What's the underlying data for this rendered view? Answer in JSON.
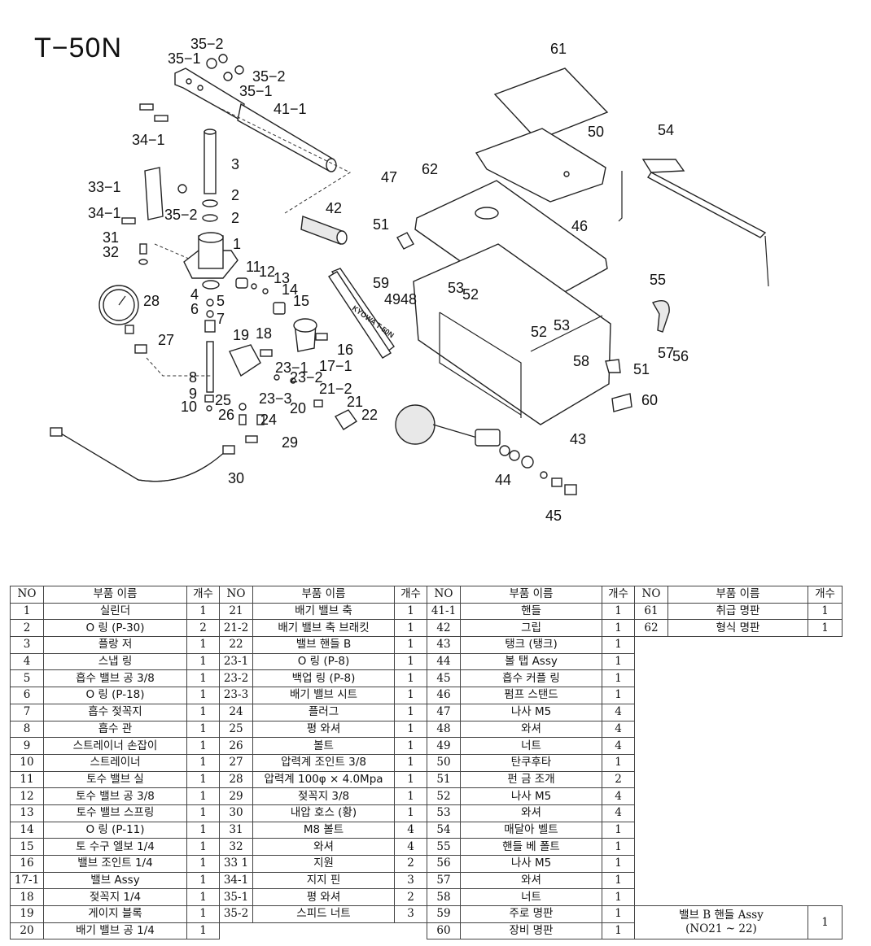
{
  "title": "T−50N",
  "callouts": [
    "61",
    "35−2",
    "35−1",
    "35−2",
    "35−1",
    "41−1",
    "34−1",
    "3",
    "50",
    "54",
    "47",
    "62",
    "33−1",
    "2",
    "2",
    "34−1",
    "35−2",
    "42",
    "51",
    "46",
    "31",
    "32",
    "1",
    "11",
    "12",
    "13",
    "59",
    "14",
    "49",
    "48",
    "15",
    "53",
    "52",
    "55",
    "4",
    "5",
    "28",
    "6",
    "7",
    "18",
    "19",
    "52",
    "53",
    "27",
    "16",
    "57",
    "56",
    "17−1",
    "58",
    "51",
    "23−1",
    "8",
    "23−2",
    "21−2",
    "60",
    "9",
    "25",
    "23−3",
    "21",
    "10",
    "20",
    "22",
    "26",
    "24",
    "29",
    "43",
    "44",
    "30",
    "45"
  ],
  "nameplate_text": "KYOWA T-50N",
  "table": {
    "headers": {
      "no": "NO",
      "name": "부품 이름",
      "qty": "개수"
    },
    "col1": [
      [
        "1",
        "실린더",
        "1"
      ],
      [
        "2",
        "O 링 (P-30)",
        "2"
      ],
      [
        "3",
        "플랑 저",
        "1"
      ],
      [
        "4",
        "스냅 링",
        "1"
      ],
      [
        "5",
        "흡수 밸브 공 3/8",
        "1"
      ],
      [
        "6",
        "O 링 (P-18)",
        "1"
      ],
      [
        "7",
        "흡수 젖꼭지",
        "1"
      ],
      [
        "8",
        "흡수 관",
        "1"
      ],
      [
        "9",
        "스트레이너 손잡이",
        "1"
      ],
      [
        "10",
        "스트레이너",
        "1"
      ],
      [
        "11",
        "토수 밸브 실",
        "1"
      ],
      [
        "12",
        "토수 밸브 공 3/8",
        "1"
      ],
      [
        "13",
        "토수 밸브 스프링",
        "1"
      ],
      [
        "14",
        "O 링 (P-11)",
        "1"
      ],
      [
        "15",
        "토 수구 엘보 1/4",
        "1"
      ],
      [
        "16",
        "밸브 조인트 1/4",
        "1"
      ],
      [
        "17-1",
        "밸브 Assy",
        "1"
      ],
      [
        "18",
        "젖꼭지 1/4",
        "1"
      ],
      [
        "19",
        "게이지 블록",
        "1"
      ],
      [
        "20",
        "배기 밸브 공 1/4",
        "1"
      ]
    ],
    "col2": [
      [
        "21",
        "배기 밸브 축",
        "1"
      ],
      [
        "21-2",
        "배기 밸브 축 브래킷",
        "1"
      ],
      [
        "22",
        "밸브 핸들 B",
        "1"
      ],
      [
        "23-1",
        "O 링 (P-8)",
        "1"
      ],
      [
        "23-2",
        "백업 링 (P-8)",
        "1"
      ],
      [
        "23-3",
        "배기 밸브 시트",
        "1"
      ],
      [
        "24",
        "플러그",
        "1"
      ],
      [
        "25",
        "평 와셔",
        "1"
      ],
      [
        "26",
        "볼트",
        "1"
      ],
      [
        "27",
        "압력계 조인트 3/8",
        "1"
      ],
      [
        "28",
        "압력계 100φ × 4.0Mpa",
        "1"
      ],
      [
        "29",
        "젖꼭지 3/8",
        "1"
      ],
      [
        "30",
        "내압 호스 (황)",
        "1"
      ],
      [
        "31",
        "M8 볼트",
        "4"
      ],
      [
        "32",
        "와셔",
        "4"
      ],
      [
        "33 1",
        "지원",
        "2"
      ],
      [
        "34-1",
        "지지 핀",
        "3"
      ],
      [
        "35-1",
        "평 와셔",
        "2"
      ],
      [
        "35-2",
        "스피드 너트",
        "3"
      ]
    ],
    "col3": [
      [
        "41-1",
        "핸들",
        "1"
      ],
      [
        "42",
        "그립",
        "1"
      ],
      [
        "43",
        "탱크 (탱크)",
        "1"
      ],
      [
        "44",
        "볼 탭 Assy",
        "1"
      ],
      [
        "45",
        "흡수 커플 링",
        "1"
      ],
      [
        "46",
        "펌프 스탠드",
        "1"
      ],
      [
        "47",
        "나사 M5",
        "4"
      ],
      [
        "48",
        "와셔",
        "4"
      ],
      [
        "49",
        "너트",
        "4"
      ],
      [
        "50",
        "탄쿠후타",
        "1"
      ],
      [
        "51",
        "펀 금 조개",
        "2"
      ],
      [
        "52",
        "나사 M5",
        "4"
      ],
      [
        "53",
        "와셔",
        "4"
      ],
      [
        "54",
        "매달아 벨트",
        "1"
      ],
      [
        "55",
        "핸들 베 폴트",
        "1"
      ],
      [
        "56",
        "나사 M5",
        "1"
      ],
      [
        "57",
        "와셔",
        "1"
      ],
      [
        "58",
        "너트",
        "1"
      ],
      [
        "59",
        "주로 명판",
        "1"
      ],
      [
        "60",
        "장비 명판",
        "1"
      ]
    ],
    "col4": [
      [
        "61",
        "취급 명판",
        "1"
      ],
      [
        "62",
        "형식 명판",
        "1"
      ]
    ],
    "assy_note": {
      "line1": "밸브 B 핸들 Assy",
      "line2": "(NO21 ~ 22)",
      "qty": "1"
    }
  }
}
